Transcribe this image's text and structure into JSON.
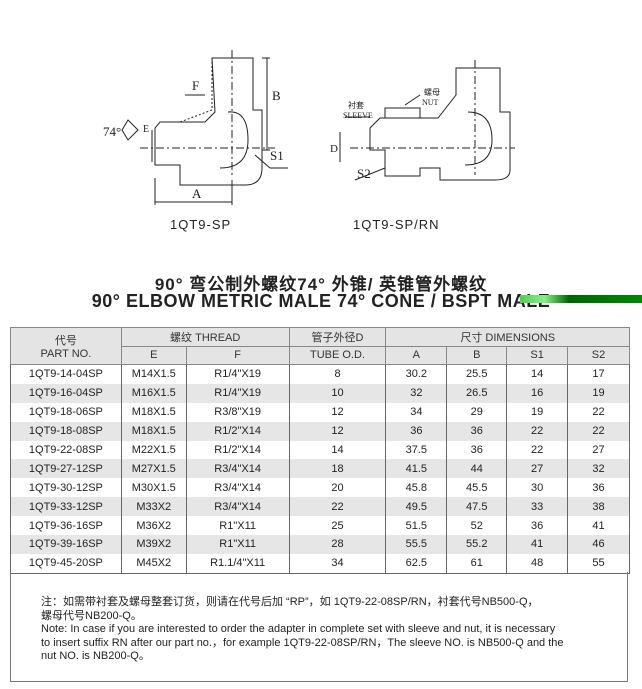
{
  "drawings": {
    "left": {
      "caption": "1QT9-SP",
      "labels": {
        "f": "F",
        "b": "B",
        "e": "E",
        "angle": "74°",
        "a": "A",
        "s1": "S1"
      }
    },
    "right": {
      "caption": "1QT9-SP/RN",
      "labels": {
        "nut_cn": "螺母",
        "nut_en": "NUT",
        "sleeve_cn": "衬套",
        "sleeve_en": "SLEEVE",
        "d": "D",
        "s2": "S2"
      }
    }
  },
  "title": {
    "cn": "90° 弯公制外螺纹74° 外锥/ 英锥管外螺纹",
    "en": "90°  ELBOW METRIC MALE 74°  CONE / BSPT MALE"
  },
  "table": {
    "headers": {
      "part_cn": "代号",
      "part_en": "PART NO.",
      "thread": "螺纹 THREAD",
      "tube": "管子外径D",
      "dims": "尺寸   DIMENSIONS",
      "e": "E",
      "f": "F",
      "tube_od": "TUBE O.D.",
      "a": "A",
      "b": "B",
      "s1": "S1",
      "s2": "S2"
    },
    "rows": [
      [
        "1QT9-14-04SP",
        "M14X1.5",
        "R1/4\"X19",
        "8",
        "30.2",
        "25.5",
        "14",
        "17"
      ],
      [
        "1QT9-16-04SP",
        "M16X1.5",
        "R1/4\"X19",
        "10",
        "32",
        "26.5",
        "16",
        "19"
      ],
      [
        "1QT9-18-06SP",
        "M18X1.5",
        "R3/8\"X19",
        "12",
        "34",
        "29",
        "19",
        "22"
      ],
      [
        "1QT9-18-08SP",
        "M18X1.5",
        "R1/2\"X14",
        "12",
        "36",
        "36",
        "22",
        "22"
      ],
      [
        "1QT9-22-08SP",
        "M22X1.5",
        "R1/2\"X14",
        "14",
        "37.5",
        "36",
        "22",
        "27"
      ],
      [
        "1QT9-27-12SP",
        "M27X1.5",
        "R3/4\"X14",
        "18",
        "41.5",
        "44",
        "27",
        "32"
      ],
      [
        "1QT9-30-12SP",
        "M30X1.5",
        "R3/4\"X14",
        "20",
        "45.8",
        "45.5",
        "30",
        "36"
      ],
      [
        "1QT9-33-12SP",
        "M33X2",
        "R3/4\"X14",
        "22",
        "49.5",
        "47.5",
        "33",
        "38"
      ],
      [
        "1QT9-36-16SP",
        "M36X2",
        "R1\"X11",
        "25",
        "51.5",
        "52",
        "36",
        "41"
      ],
      [
        "1QT9-39-16SP",
        "M39X2",
        "R1\"X11",
        "28",
        "55.5",
        "55.2",
        "41",
        "46"
      ],
      [
        "1QT9-45-20SP",
        "M45X2",
        "R1.1/4\"X11",
        "34",
        "62.5",
        "61",
        "48",
        "55"
      ]
    ]
  },
  "note": {
    "cn1": "注：如需带衬套及螺母整套订货，则请在代号后加 “RP”，如 1QT9-22-08SP/RN，衬套代号NB500-Q，",
    "cn2": "螺母代号NB200-Q。",
    "en1": "Note:  In case if you are interested to order the adapter in complete set with sleeve and nut, it is necessary",
    "en2": "to insert suffix RN after our part no.，for example 1QT9-22-08SP/RN，The sleeve NO. is NB500-Q and the",
    "en3": "nut NO. is NB200-Q。"
  }
}
